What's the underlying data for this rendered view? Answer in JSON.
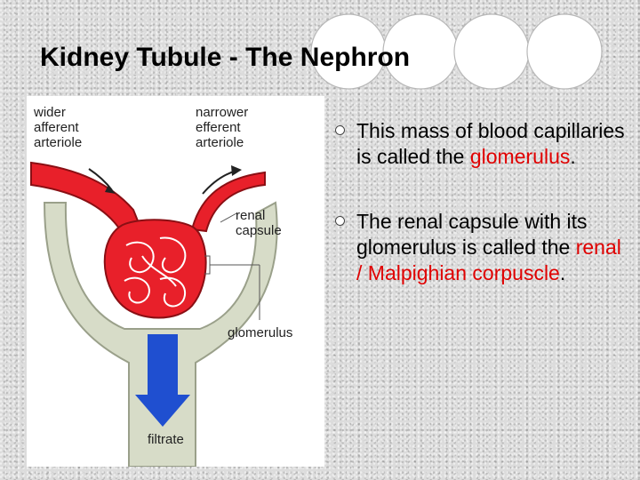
{
  "slide": {
    "title": "Kidney Tubule - The Nephron"
  },
  "diagram": {
    "labels": {
      "afferent": "wider\nafferent\narteriole",
      "efferent": "narrower\nefferent\narteriole",
      "capsule": "renal\ncapsule",
      "glomerulus": "glomerulus",
      "filtrate": "filtrate"
    },
    "colors": {
      "vessels": "#e8202a",
      "capsule": "#d7dcc8",
      "arrow": "#1f4fd0"
    }
  },
  "bullets": [
    {
      "text_before": "This mass of blood capillaries is called the ",
      "highlight": "glomerulus",
      "text_after": "."
    },
    {
      "text_before": "The renal capsule with its glomerulus is called the ",
      "highlight": "renal / Malpighian corpuscle",
      "text_after": "."
    }
  ],
  "theme": {
    "highlight_color": "#e00000",
    "bullet_icon": "circle-bullet-icon"
  }
}
